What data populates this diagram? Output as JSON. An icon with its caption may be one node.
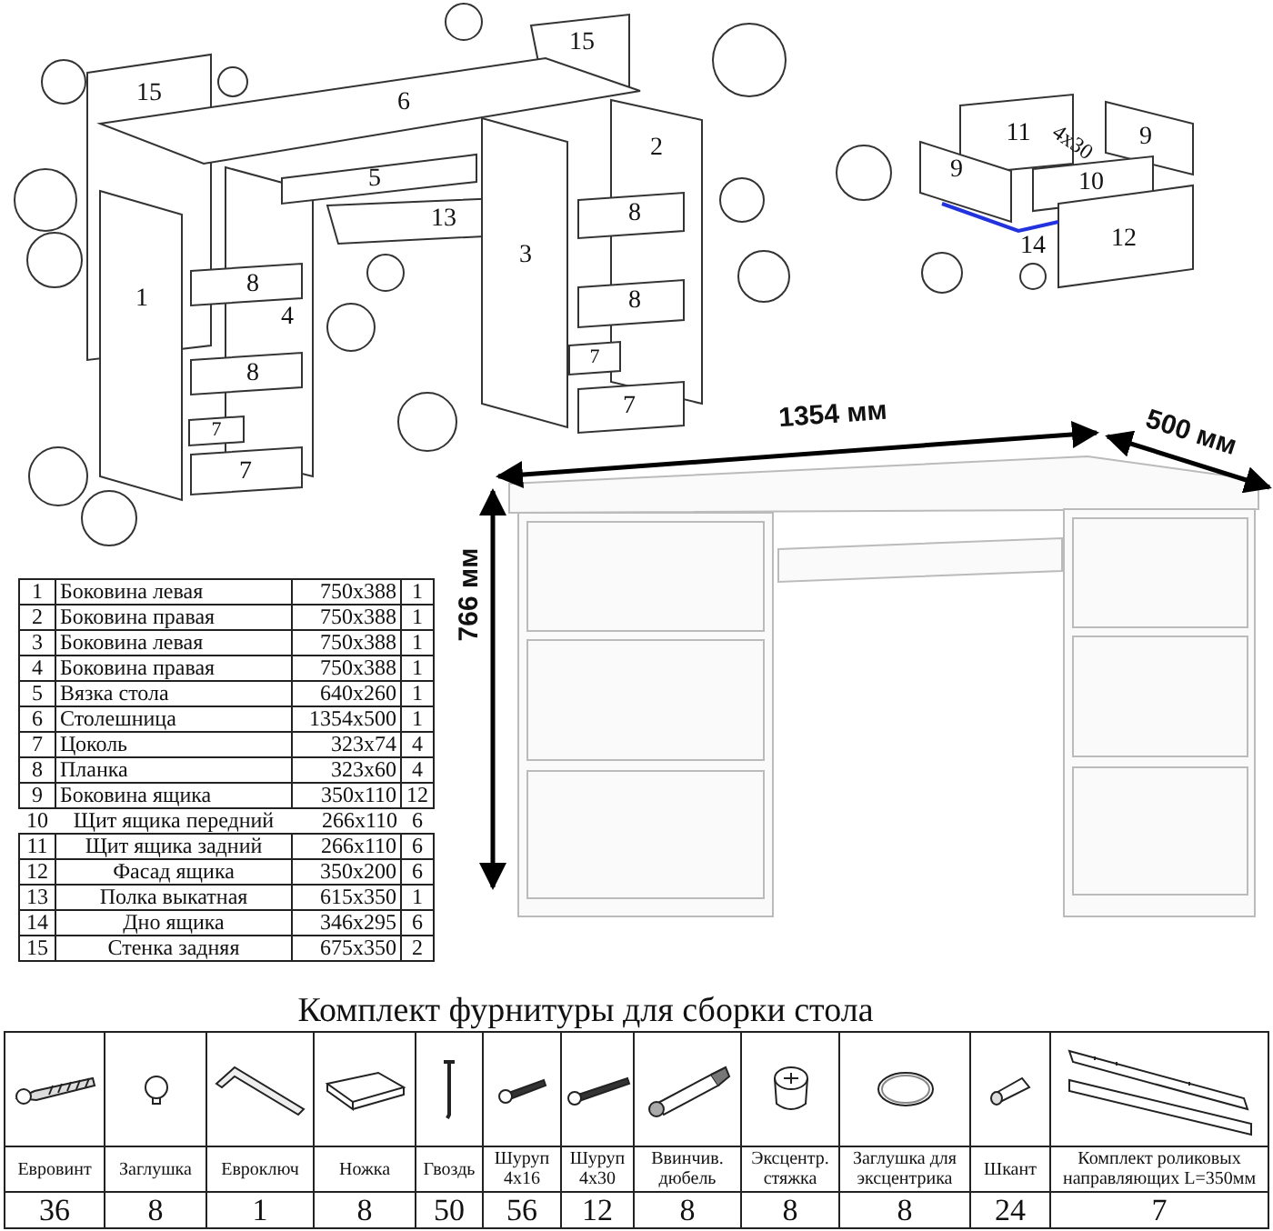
{
  "diagram": {
    "labels": [
      "15",
      "15",
      "6",
      "2",
      "5",
      "13",
      "8",
      "3",
      "8",
      "1",
      "4",
      "8",
      "8",
      "7",
      "7",
      "7",
      "7",
      "11",
      "9",
      "4x30",
      "9",
      "10",
      "14",
      "12",
      "1354 мм",
      "500 мм",
      "766 мм",
      "1",
      "Боковина левая",
      "750x388",
      "1",
      "2",
      "Боковина правая",
      "750x388",
      "1",
      "3",
      "Боковина левая",
      "750x388",
      "1",
      "4",
      "Боковина правая",
      "750x388",
      "1",
      "5",
      "Вязка стола",
      "640x260",
      "1",
      "6",
      "Столешница",
      "1354x500",
      "1",
      "7",
      "Цоколь",
      "323x74",
      "4",
      "8",
      "Планка",
      "323x60",
      "4",
      "9",
      "Боковина ящика",
      "350x110",
      "12",
      "10",
      "Щит ящика передний",
      "266x110",
      "6",
      "11",
      "Щит ящика задний",
      "266x110",
      "6",
      "12",
      "Фасад ящика",
      "350x200",
      "6",
      "13",
      "Полка выкатная",
      "615x350",
      "1",
      "14",
      "Дно ящика",
      "346x295",
      "6",
      "15",
      "Стенка задняя",
      "675x350",
      "2",
      "Комплект фурнитуры для сборки стола",
      "Евровинт",
      "Заглушка",
      "Евроключ",
      "Ножка",
      "Гвоздь",
      "Шуруп 4x16",
      "Шуруп 4x30",
      "Ввинчив. дюбель",
      "Эксцентр. стяжка",
      "Заглушка для эксцентрика",
      "Шкант",
      "Комплект роликовых направляющих L=350мм",
      "36",
      "8",
      "1",
      "8",
      "50",
      "56",
      "12",
      "8",
      "8",
      "8",
      "24",
      "7"
    ]
  }
}
